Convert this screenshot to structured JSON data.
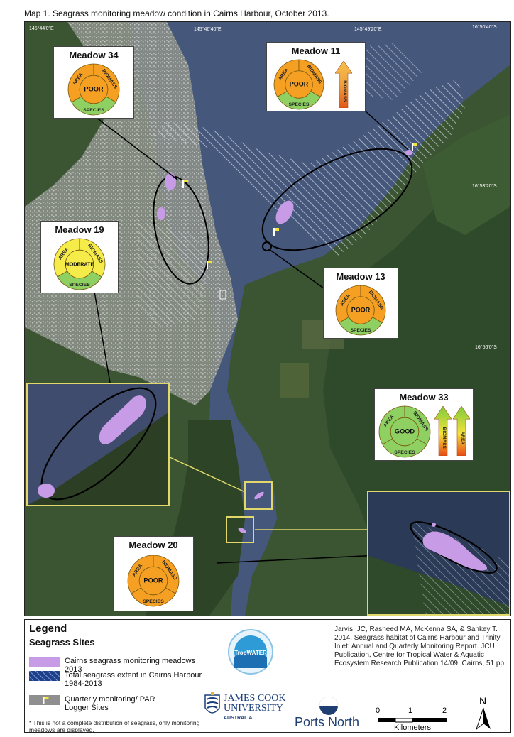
{
  "title": "Map 1. Seagrass monitoring meadow condition in Cairns Harbour, October 2013.",
  "coordinates": {
    "top_left": "145°44'0\"E",
    "top_mid": "145°46'40\"E",
    "top_right": "145°49'20\"E",
    "right_1": "16°50'40\"S",
    "right_2": "16°53'20\"S",
    "right_3": "16°56'0\"S"
  },
  "meadows": [
    {
      "title": "Meadow 34",
      "condition": "POOR",
      "area_color": "#f5a022",
      "biomass_color": "#f5a022",
      "species_color": "#8ed062",
      "center_color": "#f5a022"
    },
    {
      "title": "Meadow 11",
      "condition": "POOR",
      "area_color": "#f5a022",
      "biomass_color": "#f5a022",
      "species_color": "#8ed062",
      "center_color": "#f5a022",
      "trend": [
        "BIOMASS"
      ]
    },
    {
      "title": "Meadow 19",
      "condition": "MODERATE",
      "area_color": "#f5ec4a",
      "biomass_color": "#f5ec4a",
      "species_color": "#8ed062",
      "center_color": "#f5ec4a"
    },
    {
      "title": "Meadow 13",
      "condition": "POOR",
      "area_color": "#f5a022",
      "biomass_color": "#f5a022",
      "species_color": "#8ed062",
      "center_color": "#f5a022"
    },
    {
      "title": "Meadow 33",
      "condition": "GOOD",
      "area_color": "#8ed062",
      "biomass_color": "#8ed062",
      "species_color": "#8ed062",
      "center_color": "#8ed062",
      "trend": [
        "BIOMASS",
        "AREA"
      ]
    },
    {
      "title": "Meadow 20",
      "condition": "POOR",
      "area_color": "#f5a022",
      "biomass_color": "#f5a022",
      "species_color": "#f5a022",
      "center_color": "#f5a022"
    }
  ],
  "wheel_labels": {
    "area": "AREA",
    "biomass": "BIOMASS",
    "species": "SPECIES"
  },
  "legend": {
    "title": "Legend",
    "subtitle": "Seagrass Sites",
    "items": [
      {
        "label": "Cairns seagrass monitoring meadows 2013",
        "color": "#c89be6"
      },
      {
        "label": "Total seagrass extent in Cairns Harbour 1984-2013",
        "color": "#1e3f8a"
      },
      {
        "label": "Quarterly monitoring/ PAR Logger Sites",
        "color": "#8f8f8f"
      }
    ],
    "footnote": "* This is not a complete distribution of seagrass, only monitoring meadows are displayed."
  },
  "citation": "Jarvis, JC, Rasheed MA, McKenna SA, & Sankey T. 2014. Seagrass habitat of Cairns Harbour and Trinity Inlet: Annual and Quarterly Monitoring Report. JCU Publication, Centre for Tropical Water & Aquatic Ecosystem Research Publication 14/09, Cairns, 51 pp.",
  "logos": {
    "tropwater": "TropWATER",
    "jcu_line1": "JAMES COOK",
    "jcu_line2": "UNIVERSITY",
    "jcu_line3": "AUSTRALIA",
    "ports": "Ports North"
  },
  "scale": {
    "ticks": [
      "0",
      "1",
      "2"
    ],
    "unit": "Kilometers"
  },
  "north": "N",
  "colors": {
    "good": "#8ed062",
    "moderate": "#f5ec4a",
    "poor": "#f5a022",
    "meadow": "#c89be6",
    "extent": "#1e3f8a",
    "inset_border": "#e0d86a"
  }
}
